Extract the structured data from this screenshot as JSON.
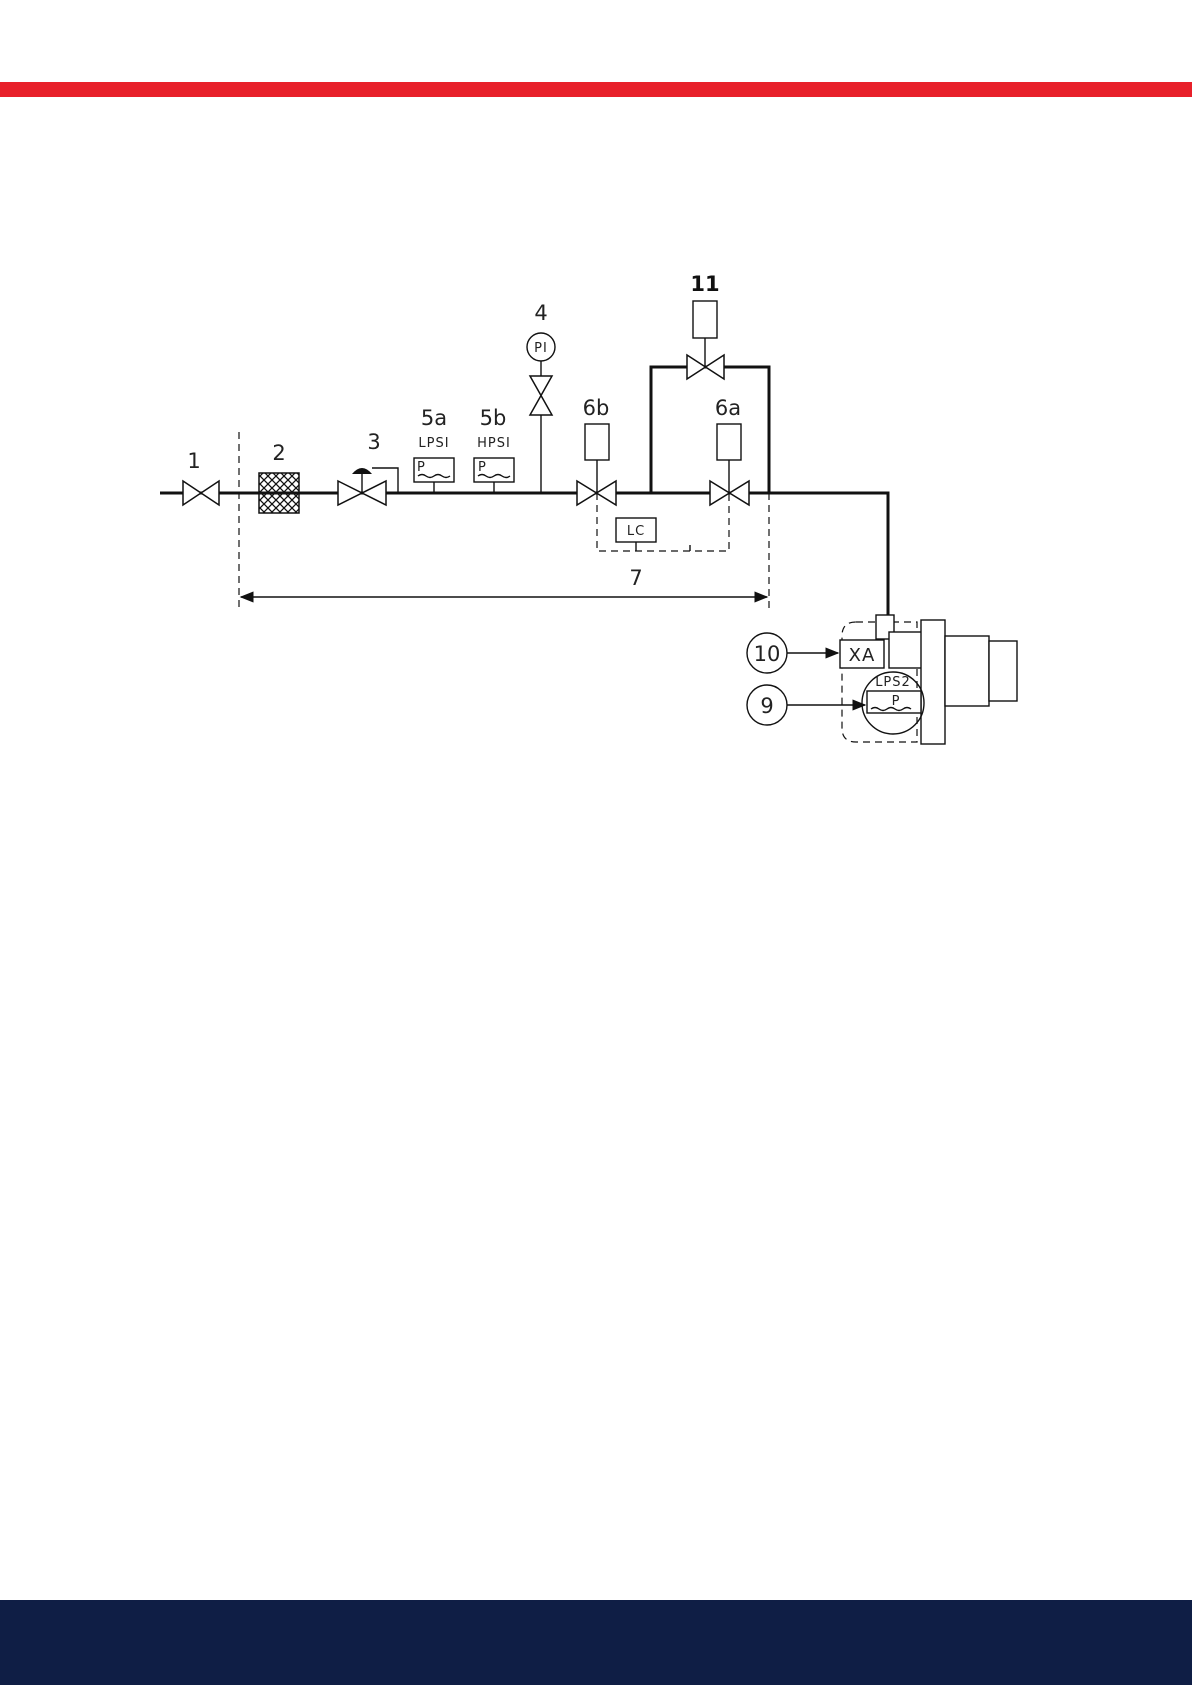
{
  "colors": {
    "top_stripe": "#e8202a",
    "footer": "#0f1e45"
  },
  "labels": {
    "n1": "1",
    "n2": "2",
    "n3": "3",
    "n4": "4",
    "n5a": "5a",
    "n5b": "5b",
    "n6a": "6a",
    "n6b": "6b",
    "n7": "7",
    "n9": "9",
    "n10": "10",
    "n11": "11"
  },
  "tags": {
    "lps1": "LPSI",
    "hps1": "HPSI",
    "pi": "PI",
    "lc": "LC",
    "xa": "XA",
    "lps2": "LPS2",
    "p": "P"
  }
}
